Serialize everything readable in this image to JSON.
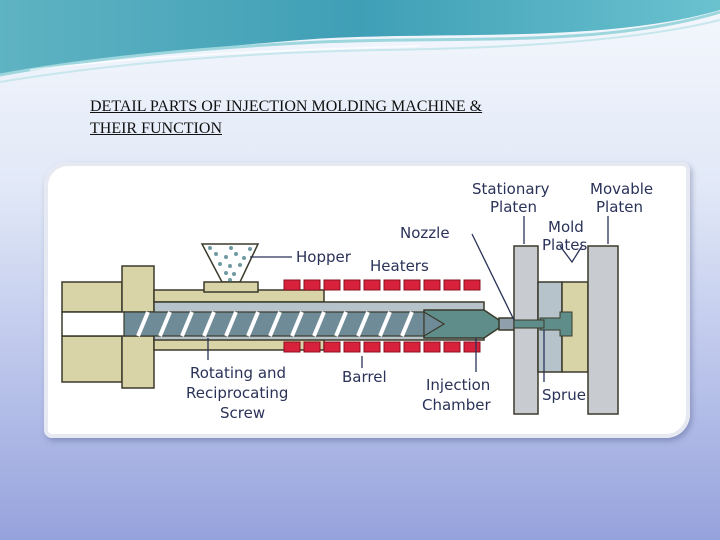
{
  "slide": {
    "title_line1": "DETAIL PARTS OF INJECTION MOLDING MACHINE &",
    "title_line2": "THEIR FUNCTION"
  },
  "diagram": {
    "labels": {
      "stationary_platen_1": "Stationary",
      "stationary_platen_2": "Platen",
      "movable_platen_1": "Movable",
      "movable_platen_2": "Platen",
      "nozzle": "Nozzle",
      "mold_plates_1": "Mold",
      "mold_plates_2": "Plates",
      "hopper": "Hopper",
      "heaters": "Heaters",
      "screw_1": "Rotating and",
      "screw_2": "Reciprocating",
      "screw_3": "Screw",
      "barrel": "Barrel",
      "injection_chamber_1": "Injection",
      "injection_chamber_2": "Chamber",
      "sprue": "Sprue"
    },
    "colors": {
      "machine_body": "#d8d4a8",
      "outline": "#3a3a2a",
      "barrel": "#8fa0ac",
      "screw": "#6f8b98",
      "melt": "#5f8d89",
      "heater": "#d8213a",
      "platen": "#c8cbd0",
      "label_text": "#2a3258"
    }
  }
}
